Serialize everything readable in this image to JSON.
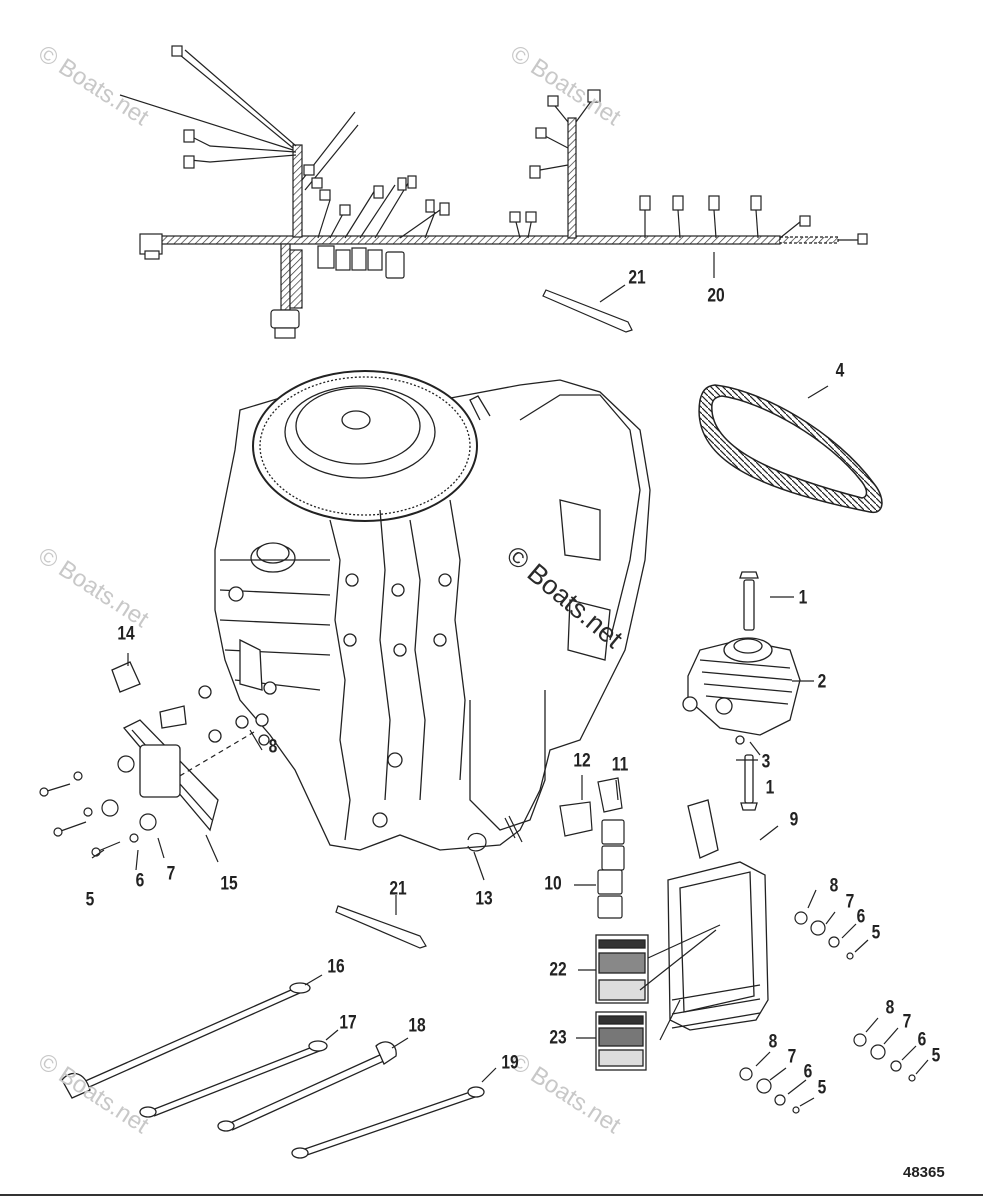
{
  "watermark": "© Boats.net",
  "reference_number": "48365",
  "callouts": [
    {
      "id": "c21a",
      "text": "21"
    },
    {
      "id": "c20",
      "text": "20"
    },
    {
      "id": "c4",
      "text": "4"
    },
    {
      "id": "c1a",
      "text": "1"
    },
    {
      "id": "c2",
      "text": "2"
    },
    {
      "id": "c3",
      "text": "3"
    },
    {
      "id": "c1b",
      "text": "1"
    },
    {
      "id": "c14",
      "text": "14"
    },
    {
      "id": "c8a",
      "text": "8"
    },
    {
      "id": "c5a",
      "text": "5"
    },
    {
      "id": "c6a",
      "text": "6"
    },
    {
      "id": "c7a",
      "text": "7"
    },
    {
      "id": "c15",
      "text": "15"
    },
    {
      "id": "c12",
      "text": "12"
    },
    {
      "id": "c11",
      "text": "11"
    },
    {
      "id": "c9",
      "text": "9"
    },
    {
      "id": "c10",
      "text": "10"
    },
    {
      "id": "c13",
      "text": "13"
    },
    {
      "id": "c21b",
      "text": "21"
    },
    {
      "id": "c8b",
      "text": "8"
    },
    {
      "id": "c7b",
      "text": "7"
    },
    {
      "id": "c6b",
      "text": "6"
    },
    {
      "id": "c5b",
      "text": "5"
    },
    {
      "id": "c22",
      "text": "22"
    },
    {
      "id": "c23",
      "text": "23"
    },
    {
      "id": "c16",
      "text": "16"
    },
    {
      "id": "c17",
      "text": "17"
    },
    {
      "id": "c18",
      "text": "18"
    },
    {
      "id": "c19",
      "text": "19"
    },
    {
      "id": "c8c",
      "text": "8"
    },
    {
      "id": "c7c",
      "text": "7"
    },
    {
      "id": "c6c",
      "text": "6"
    },
    {
      "id": "c5c",
      "text": "5"
    },
    {
      "id": "c8d",
      "text": "8"
    },
    {
      "id": "c7d",
      "text": "7"
    },
    {
      "id": "c6d",
      "text": "6"
    },
    {
      "id": "c5d",
      "text": "5"
    }
  ]
}
